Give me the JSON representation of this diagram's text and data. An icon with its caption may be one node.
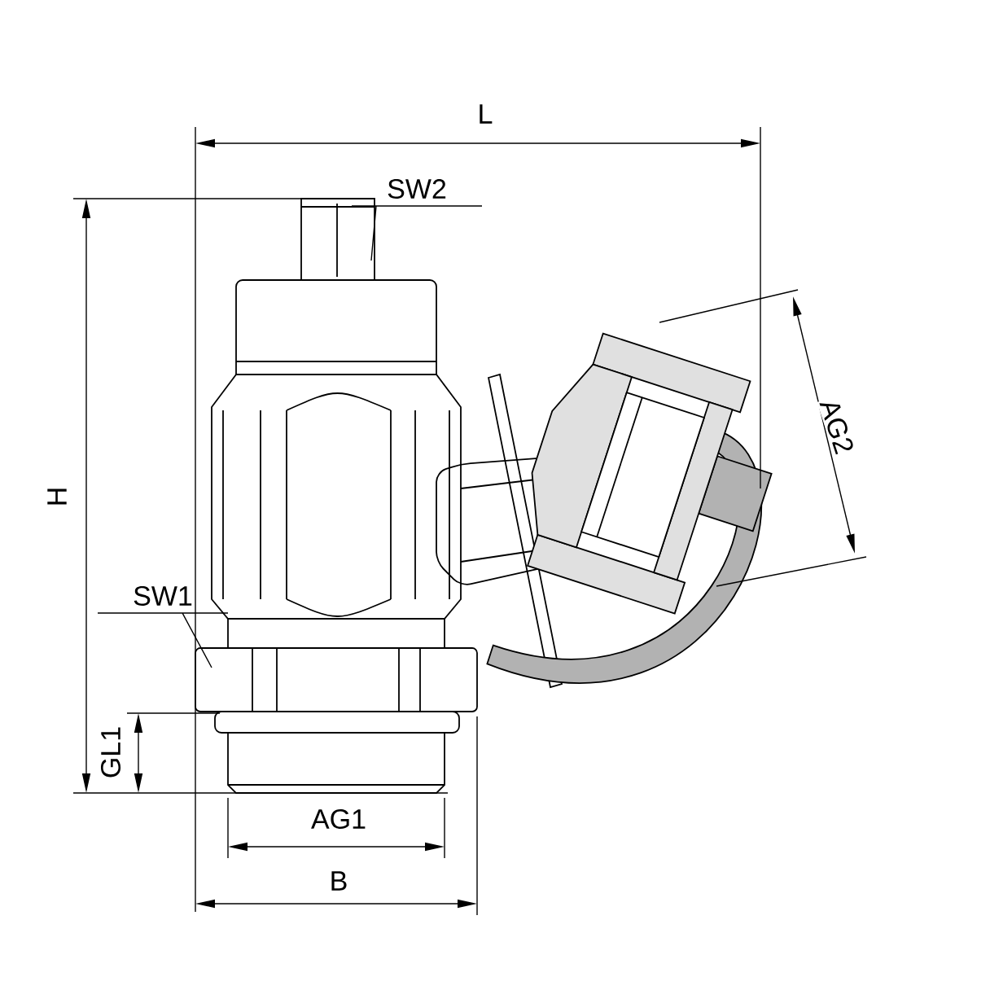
{
  "diagram": {
    "nodes": [
      {
        "text": [
          "SW2"
        ]
      },
      {
        "text": [
          "SW1"
        ]
      }
    ],
    "edges": [
      {
        "from": 0,
        "to": null,
        "arrow": "none"
      },
      {
        "from": 1,
        "to": null,
        "arrow": "none"
      }
    ],
    "labels": [
      "L",
      "H",
      "AG2",
      "GL1",
      "AG1",
      "B"
    ]
  }
}
